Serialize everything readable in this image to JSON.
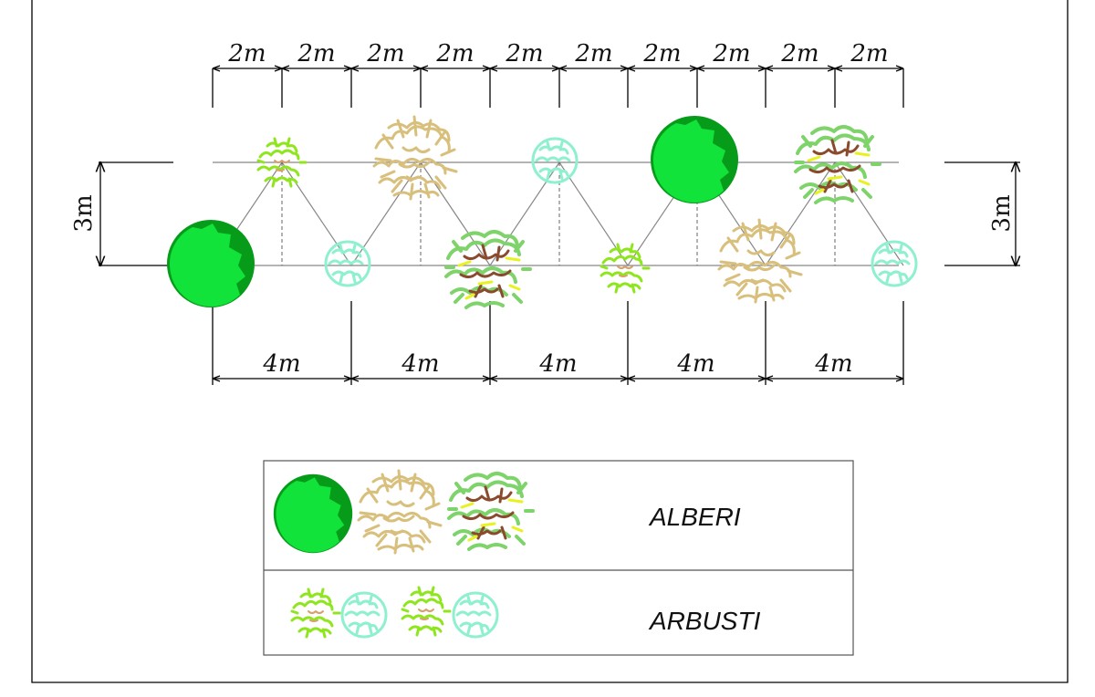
{
  "top_dimensions": [
    "2m",
    "2m",
    "2m",
    "2m",
    "2m",
    "2m",
    "2m",
    "2m",
    "2m",
    "2m"
  ],
  "bottom_dimensions": [
    "4m",
    "4m",
    "4m",
    "4m",
    "4m"
  ],
  "row_spacing_left": "3m",
  "row_spacing_right": "3m",
  "legend": {
    "trees_label": "ALBERI",
    "shrubs_label": "ARBUSTI"
  },
  "colors": {
    "tree_green_light": "#11e33a",
    "tree_green_dark": "#069c1a",
    "tree_tan": "#d8bf7c",
    "tree_mixed_green": "#7ed36a",
    "tree_mixed_brown": "#8a4a2e",
    "shrub_lime": "#8fe61e",
    "shrub_aqua": "#8ff0cf",
    "accent_yellow": "#e8f21e"
  }
}
